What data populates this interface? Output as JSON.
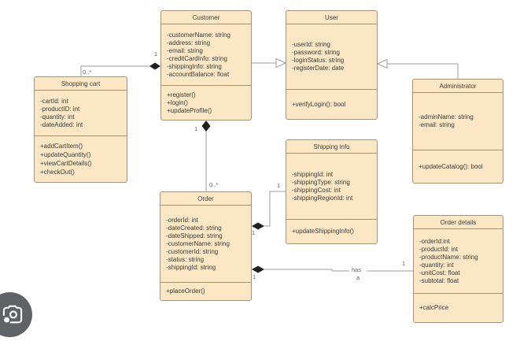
{
  "theme": {
    "classFill": "#fbe7c4",
    "classBorder": "#a8946c",
    "connector": "#9e9e9e",
    "diamond": "#212121",
    "lensCircle": "#5f6368",
    "canvas": "#ffffff"
  },
  "diagram": {
    "classes": {
      "customer": {
        "title": "Customer",
        "attributes": [
          "-customerName: string",
          "-address: string",
          "-email: string",
          "-creditCardInfo: string",
          "-shippingInfo: string",
          "-accountBalance: float"
        ],
        "methods": [
          "+register()",
          "+login()",
          "+updateProfile()"
        ]
      },
      "user": {
        "title": "User",
        "attributes": [
          "-userId: string",
          "-password: string",
          "-loginStatus: string",
          "-registerDate: date"
        ],
        "methods": [
          "+verifyLogin(): bool"
        ]
      },
      "administrator": {
        "title": "Administrator",
        "attributes": [
          "-adminName: string",
          "-email: string"
        ],
        "methods": [
          "+updateCatalog(): bool"
        ]
      },
      "shopping_cart": {
        "title": "Shopping cart",
        "attributes": [
          "-cartId: int",
          "-productID: int",
          "-quantity: int",
          "-dateAdded: int"
        ],
        "methods": [
          "+addCartItem()",
          "+updateQuantity()",
          "+viewCartDetails()",
          "+checkOut()"
        ]
      },
      "shipping_info": {
        "title": "Shipping info",
        "attributes": [
          "-shippingId: int",
          "-shippingType: string",
          "-shippingCost: int",
          "-shippingRegionId: int"
        ],
        "methods": [
          "+updateShippingInfo()"
        ]
      },
      "order": {
        "title": "Order",
        "attributes": [
          "-orderId: int",
          "-dateCreated: string",
          "-dateShipped: string",
          "-customerName: string",
          "-customerId: string",
          "-status: string",
          "-shippingId: string"
        ],
        "methods": [
          "+placeOrder()"
        ]
      },
      "order_details": {
        "title": "Order details",
        "attributes": [
          "-orderId:int",
          "-productId: int",
          "-productName: string",
          "-quantity: int",
          "-unitCost: float",
          "-subtotal: float"
        ],
        "methods": [
          "+calcPrice"
        ]
      }
    },
    "multiplicities": {
      "customer_cart_source": "1",
      "customer_cart_target": "0..*",
      "customer_order_source": "1",
      "customer_order_target": "0..*",
      "order_shipping_order": "1",
      "order_shipping_target": "1",
      "order_details_order": "1",
      "order_details_target": "1"
    },
    "association_labels": {
      "has_line1": "has",
      "has_line2": "a"
    },
    "icons": {
      "lens": "google-lens-camera-icon"
    }
  }
}
